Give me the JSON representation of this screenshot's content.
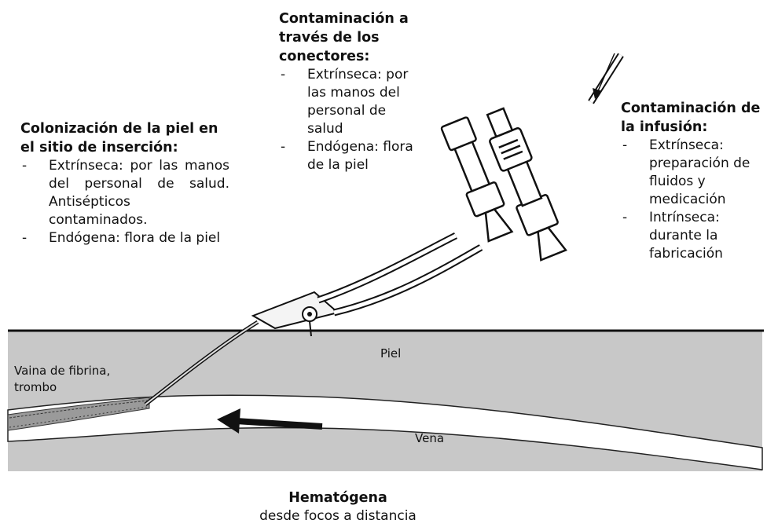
{
  "connectors": {
    "title": "Contaminación a través de los conectores:",
    "items": [
      "Extrínseca: por las manos del personal de salud",
      "Endógena: flora de la piel"
    ]
  },
  "skin": {
    "title": "Colonización de la piel en el sitio de inserción:",
    "items": [
      "Extrínseca: por las manos del personal de salud. Antisépticos contaminados.",
      "Endógena: flora de la piel"
    ]
  },
  "infusion": {
    "title": "Contaminación de la infusión:",
    "items": [
      "Extrínseca: preparación de fluidos y medicación",
      "Intrínseca: durante la fabricación"
    ]
  },
  "labels": {
    "piel": "Piel",
    "vena": "Vena",
    "fibrina": "Vaina de fibrina, trombo"
  },
  "hematogenous": {
    "title": "Hematógena",
    "subtitle": "desde focos a distancia"
  },
  "colors": {
    "tissue": "#c8c8c8",
    "vein": "#ffffff",
    "line": "#111111",
    "text": "#111111"
  }
}
